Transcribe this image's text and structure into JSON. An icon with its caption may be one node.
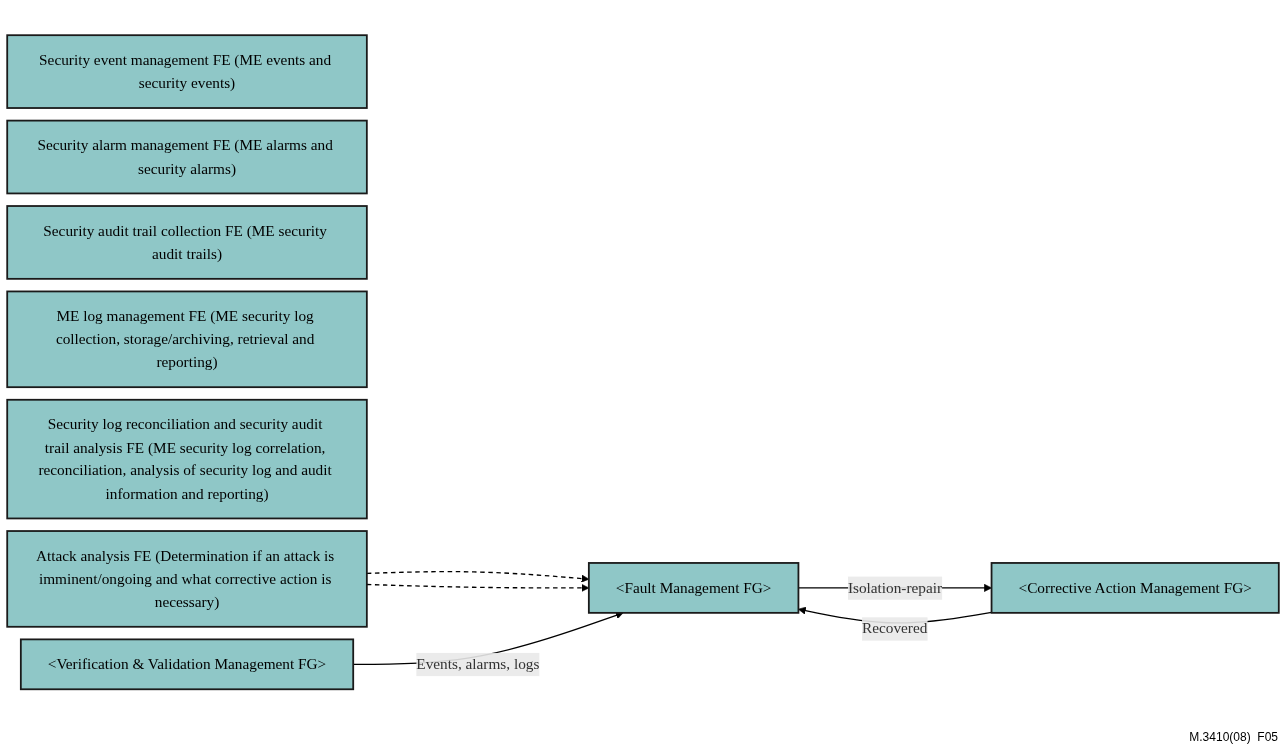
{
  "diagram": {
    "nodes": [
      {
        "text": [
          "Security event management FE (ME events and security events)"
        ]
      },
      {
        "text": [
          "Security alarm management FE (ME alarms and security alarms)"
        ]
      },
      {
        "text": [
          "Security audit trail collection FE (ME security audit trails)"
        ]
      },
      {
        "text": [
          "ME log management FE (ME security log collection, storage/archiving, retrieval and reporting)"
        ]
      },
      {
        "text": [
          "Security log reconciliation and security audit trail analysis FE (ME security log correlation, reconciliation, analysis of security log and audit information and reporting)"
        ]
      },
      {
        "text": [
          "Attack analysis FE (Determination if an attack is imminent/ongoing and what corrective action is necessary)"
        ]
      },
      {
        "text": [
          "<Verification & Validation Management FG>"
        ]
      },
      {
        "text": [
          "<Fault Management FG>"
        ]
      },
      {
        "text": [
          "<Corrective Action Management FG>"
        ]
      }
    ],
    "edges": [
      {
        "from": 5,
        "to": 7,
        "arrow": "to",
        "style": "dashed"
      },
      {
        "from": 5,
        "to": 7,
        "arrow": "to",
        "style": "dashed"
      },
      {
        "from": 6,
        "to": 7,
        "arrow": "to",
        "label": "Events, alarms, logs"
      },
      {
        "from": 7,
        "to": 8,
        "arrow": "to",
        "label": "Isolation-repair"
      },
      {
        "from": 8,
        "to": 7,
        "arrow": "to",
        "label": "Recovered"
      }
    ],
    "labels": [
      "M.3410(08)  F05"
    ]
  }
}
